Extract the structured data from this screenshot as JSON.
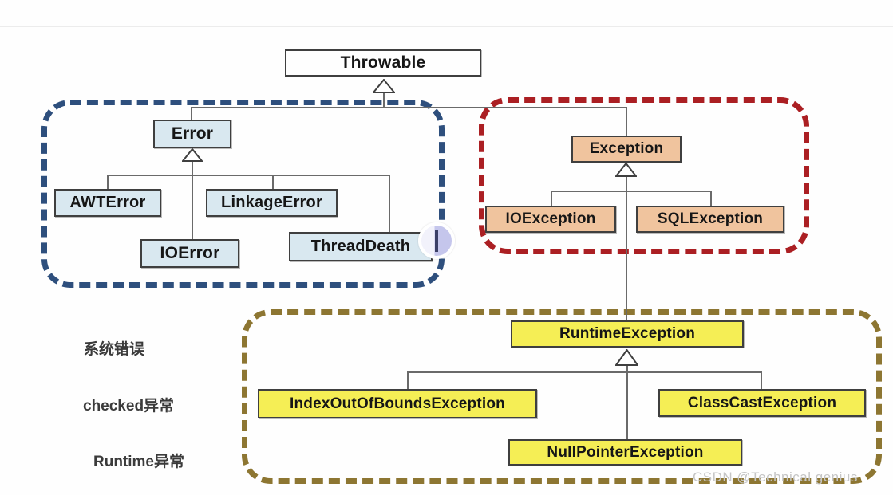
{
  "diagram": {
    "title_hint": "Java Throwable class hierarchy",
    "nodes": {
      "throwable": {
        "label": "Throwable",
        "fill": "#fefefe"
      },
      "error": {
        "label": "Error",
        "fill": "#d9e8f0"
      },
      "awt_error": {
        "label": "AWTError",
        "fill": "#d9e8f0"
      },
      "linkage_error": {
        "label": "LinkageError",
        "fill": "#d9e8f0"
      },
      "io_error": {
        "label": "IOError",
        "fill": "#d9e8f0"
      },
      "thread_death": {
        "label": "ThreadDeath",
        "fill": "#d9e8f0"
      },
      "exception": {
        "label": "Exception",
        "fill": "#f0c49e"
      },
      "io_exception": {
        "label": "IOException",
        "fill": "#f0c49e"
      },
      "sql_exception": {
        "label": "SQLException",
        "fill": "#f0c49e"
      },
      "runtime_exception": {
        "label": "RuntimeException",
        "fill": "#f5ee55"
      },
      "index_out_of_bounds_exception": {
        "label": "IndexOutOfBoundsException",
        "fill": "#f5ee55"
      },
      "class_cast_exception": {
        "label": "ClassCastException",
        "fill": "#f5ee55"
      },
      "null_pointer_exception": {
        "label": "NullPointerException",
        "fill": "#f5ee55"
      }
    },
    "groups": {
      "system_error": {
        "color": "#2e4f7d"
      },
      "checked_exception": {
        "color": "#ab1f23"
      },
      "runtime_exception": {
        "color": "#8d7632"
      }
    },
    "legend": {
      "items": [
        {
          "label": "系统错误",
          "color": "#2e4f7d"
        },
        {
          "label": "checked异常",
          "color": "#ab1f23"
        },
        {
          "label": "Runtime异常",
          "color": "#8d7632"
        }
      ]
    },
    "watermark": {
      "text": "CSDN @Technical genius"
    }
  }
}
